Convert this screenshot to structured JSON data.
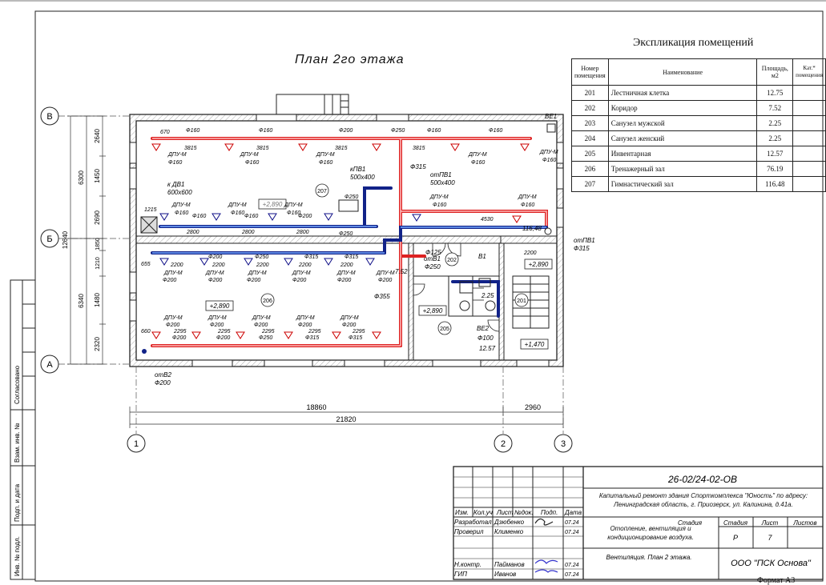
{
  "plan": {
    "title": "План 2го этажа",
    "axes": {
      "rows": [
        "В",
        "Б",
        "А"
      ],
      "cols": [
        "1",
        "2",
        "3"
      ]
    },
    "dims_left_outer": [
      "6300",
      "12640",
      "6340"
    ],
    "dims_left_inner": [
      "2640",
      "1450",
      "2690",
      "1850",
      "1210",
      "1480",
      "2320"
    ],
    "dims_bottom": [
      "18860",
      "2960",
      "21820"
    ],
    "rooms": [
      "207",
      "206",
      "202",
      "205",
      "201"
    ],
    "levels": [
      "+2,890",
      "+2,890",
      "+2,890",
      "+2,890",
      "+1,470"
    ],
    "equipment": {
      "ve1": "ВЕ1",
      "ve2": "ВЕ2",
      "ve2_d": "Ф100",
      "v1": "В1",
      "dv1": "к ДВ1",
      "dv1_size": "600х600",
      "pv1": "кПВ1",
      "pv1_size": "500х400",
      "otpv1_a": "отПВ1",
      "otpv1_a_size": "500х400",
      "otpv1_b": "отПВ1",
      "otpv1_b_d": "Ф315",
      "otv1": "отВ1",
      "otv1_d": "Ф125",
      "otv2": "отВ2",
      "otv2_d": "Ф200",
      "d315": "Ф315",
      "d355": "Ф355",
      "d250": "Ф250",
      "elev": "116,48",
      "area_1": "12.57",
      "area_2": "7.52",
      "area_3": "2.25"
    },
    "diffuser_label": "ДПУ-М",
    "duct_labels": {
      "d160": "Ф160",
      "d200": "Ф200",
      "d250": "Ф250",
      "d315": "Ф315"
    },
    "segment_labels": {
      "s3815": "3815",
      "s2800": "2800",
      "s2200": "2200",
      "s2295": "2295",
      "s4530": "4530",
      "s1215": "1215",
      "s655": "655",
      "s660": "660",
      "s670": "670",
      "s2200r": "2200"
    }
  },
  "explication": {
    "title": "Экспликация помещений",
    "headers": {
      "num": "Номер помещения",
      "name": "Наименование",
      "area": "Площадь, м2",
      "cat": "Кат.* помещения"
    },
    "rows": [
      {
        "num": "201",
        "name": "Лестничная клетка",
        "area": "12.75"
      },
      {
        "num": "202",
        "name": "Коридор",
        "area": "7.52"
      },
      {
        "num": "203",
        "name": "Санузел мужской",
        "area": "2.25"
      },
      {
        "num": "204",
        "name": "Санузел женский",
        "area": "2.25"
      },
      {
        "num": "205",
        "name": "Инвентарная",
        "area": "12.57"
      },
      {
        "num": "206",
        "name": "Тренажерный зал",
        "area": "76.19"
      },
      {
        "num": "207",
        "name": "Гимнастический зал",
        "area": "116.48"
      }
    ]
  },
  "side_stamp": {
    "agreed": "Согласовано",
    "inv_swap": "Взам. инв. №",
    "sign_date": "Подп. и дата",
    "inv_orig": "Инв. № подл."
  },
  "stamp": {
    "code": "26-02/24-02-ОВ",
    "project": "Капитальный ремонт здания Спорткомплекса \"Юность\" по адресу: Ленинградская область, г. Приозерск, ул. Калинина, д.41а.",
    "cols": {
      "izm": "Изм.",
      "kol": "Кол.уч",
      "list": "Лист",
      "ndok": "№док.",
      "podp": "Подп.",
      "date": "Дата"
    },
    "people": [
      {
        "role": "Разработал",
        "name": "Дзюбенко",
        "date": "07.24"
      },
      {
        "role": "Проверил",
        "name": "Клименко",
        "date": "07.24"
      },
      {
        "role": "Н.контр.",
        "name": "Пайманов",
        "date": "07.24"
      },
      {
        "role": "ГИП",
        "name": "Иванов",
        "date": "07.24"
      }
    ],
    "section": "Отопление, вентиляция и кондиционирование воздуха.",
    "sheet_title": "Вентиляция. План 2 этажа.",
    "stage_label": "Стадия",
    "stage": "Р",
    "list_label": "Лист",
    "list": "7",
    "lists_label": "Листов",
    "company": "ООО \"ПСК Основа\""
  },
  "format": "Формат А3"
}
